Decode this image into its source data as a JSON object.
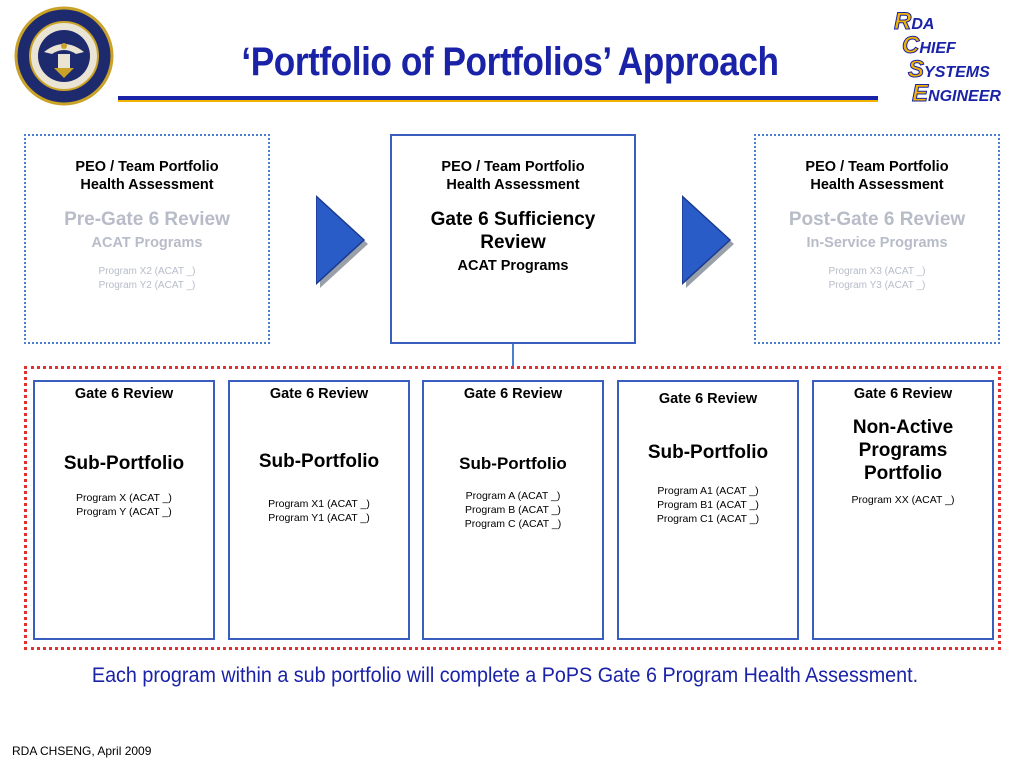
{
  "header": {
    "title": "‘Portfolio of Portfolios’ Approach",
    "seal_label": "Chief Engineer seal",
    "logo": {
      "r": "R",
      "r_rest": "DA",
      "c": "C",
      "c_rest": "HIEF",
      "s": "S",
      "s_rest": "YSTEMS",
      "e": "E",
      "e_rest": "NGINEER"
    }
  },
  "top_boxes": [
    {
      "head1": "PEO / Team Portfolio",
      "head2": "Health Assessment",
      "gate": "Pre-Gate 6 Review",
      "sub": "ACAT Programs",
      "programs": [
        "Program X2 (ACAT _)",
        "Program Y2 (ACAT _)"
      ],
      "faded": true
    },
    {
      "head1": "PEO / Team Portfolio",
      "head2": "Health Assessment",
      "gate1": "Gate 6 Sufficiency",
      "gate2": "Review",
      "sub": "ACAT Programs",
      "programs": [],
      "faded": false
    },
    {
      "head1": "PEO / Team Portfolio",
      "head2": "Health Assessment",
      "gate": "Post-Gate 6 Review",
      "sub": "In-Service Programs",
      "programs": [
        "Program X3 (ACAT _)",
        "Program Y3 (ACAT _)"
      ],
      "faded": true
    }
  ],
  "sub_boxes": [
    {
      "gate": "Gate 6 Review",
      "title": "Sub-Portfolio",
      "programs": [
        "Program X (ACAT _)",
        "Program Y (ACAT _)"
      ]
    },
    {
      "gate": "Gate 6 Review",
      "title": "Sub-Portfolio",
      "programs": [
        "Program X1 (ACAT _)",
        "Program Y1 (ACAT _)"
      ]
    },
    {
      "gate": "Gate 6 Review",
      "title": "Sub-Portfolio",
      "programs": [
        "Program A (ACAT _)",
        "Program B (ACAT _)",
        "Program C (ACAT _)"
      ]
    },
    {
      "gate": "Gate 6 Review",
      "title": "Sub-Portfolio",
      "programs": [
        "Program A1 (ACAT _)",
        "Program B1 (ACAT _)",
        "Program C1 (ACAT _)"
      ]
    },
    {
      "gate": "Gate 6 Review",
      "title1": "Non-Active",
      "title2": "Programs",
      "title3": "Portfolio",
      "programs": [
        "Program XX (ACAT _)"
      ]
    }
  ],
  "caption": "Each program within a sub portfolio will complete a PoPS Gate 6 Program Health Assessment.",
  "footer": "RDA CHSENG, April 2009",
  "colors": {
    "title_blue": "#1a22a8",
    "gold": "#f0b400",
    "box_border": "#3a5ec0",
    "dotted_red": "#e03030",
    "arrow_blue": "#2a5cc8",
    "faded_text": "#b7bcc8"
  }
}
